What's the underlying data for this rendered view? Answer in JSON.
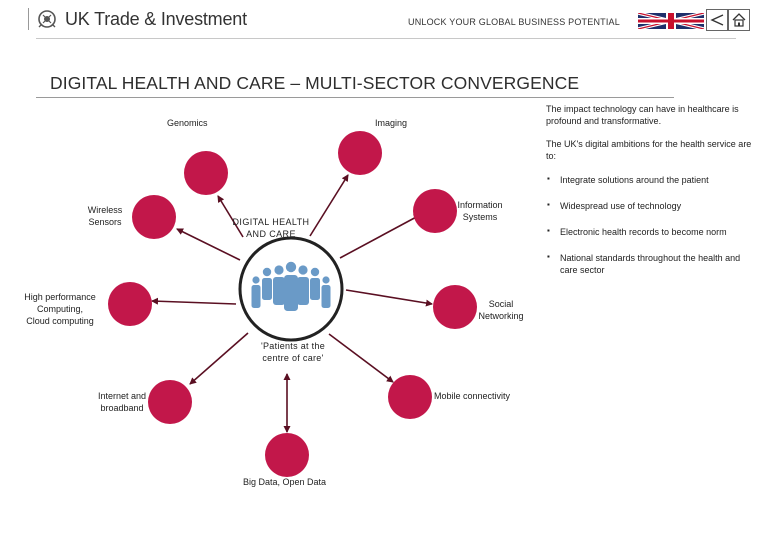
{
  "header": {
    "brand_text": "UK Trade & Investment",
    "tagline": "UNLOCK YOUR GLOBAL BUSINESS POTENTIAL",
    "flag_icon": "union-jack-icon",
    "back_icon": "back-arrow-icon",
    "home_icon": "home-icon"
  },
  "title": "DIGITAL HEALTH AND CARE – MULTI-SECTOR CONVERGENCE",
  "diagram": {
    "center_label": [
      "DIGITAL HEALTH",
      "AND CARE"
    ],
    "center_quote": [
      "'Patients at the",
      "centre of care'"
    ],
    "center_icon": "people-group-icon",
    "nodes": {
      "genomics": "Genomics",
      "imaging": "Imaging",
      "information_systems": [
        "Information",
        "Systems"
      ],
      "wireless_sensors": [
        "Wireless",
        "Sensors"
      ],
      "hpc": [
        "High performance",
        "Computing,",
        "Cloud computing"
      ],
      "social": [
        "Social",
        "Networking"
      ],
      "internet": [
        "Internet and",
        "broadband"
      ],
      "mobile": "Mobile connectivity",
      "big_data": "Big Data, Open Data"
    },
    "colors": {
      "node_fill": "#c2174a",
      "arrow": "#5a0f22",
      "people": "#6a9ac7",
      "center_ring": "#222222"
    }
  },
  "panel": {
    "intro": "The impact technology can have in healthcare is profound and transformative.",
    "ambitions_intro": "The UK's digital ambitions for the health service are to:",
    "bullets": [
      "Integrate solutions around the patient",
      "Widespread use of technology",
      "Electronic health records to become norm",
      "National standards throughout the health and care sector"
    ]
  }
}
